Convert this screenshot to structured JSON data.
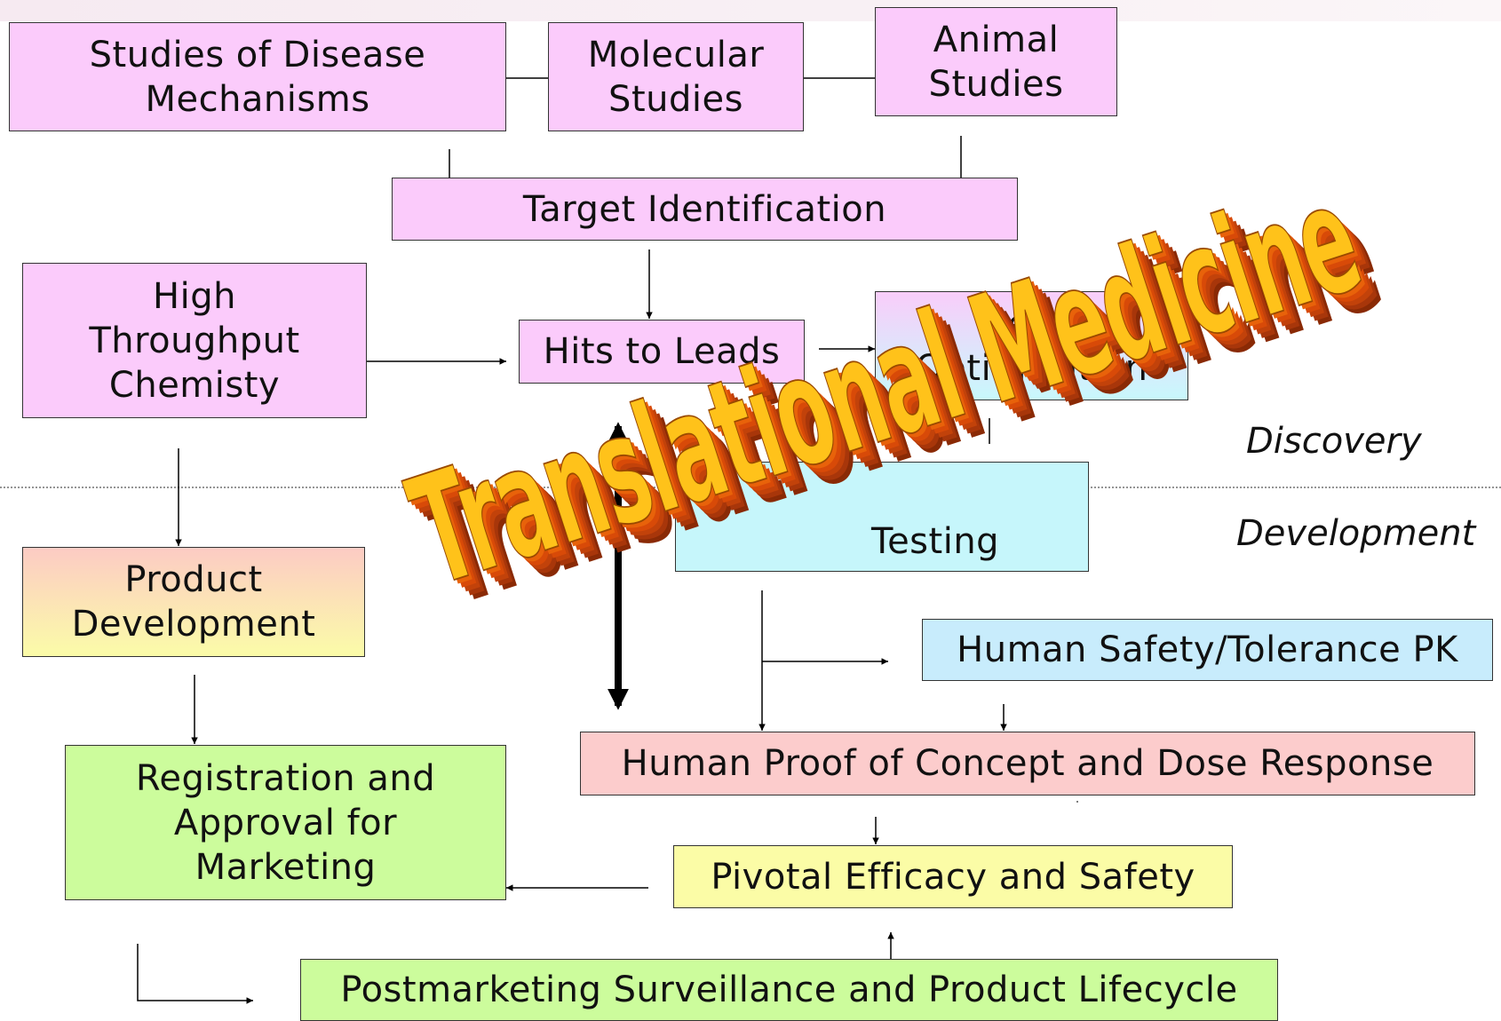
{
  "boxes": {
    "disease_mechanisms": "Studies of Disease\nMechanisms",
    "molecular": "Molecular\nStudies",
    "animal": "Animal\nStudies",
    "target_id": "Target Identification",
    "hts": "High\nThroughput\nChemisty",
    "hits_to_leads": "Hits to Leads",
    "lead_opt": "Lead\nOptimization",
    "testing": "Testing",
    "product_dev": "Product\nDevelopment",
    "human_safety": "Human Safety/Tolerance PK",
    "proof_concept": "Human Proof of Concept and Dose Response",
    "registration": "Registration and\nApproval for\nMarketing",
    "pivotal": "Pivotal Efficacy and Safety",
    "postmarketing": "Postmarketing Surveillance and Product Lifecycle"
  },
  "phases": {
    "discovery": "Discovery",
    "development": "Development"
  },
  "wordart": "Translational Medicine",
  "colors": {
    "pink": "#fbcbfb",
    "cyan": "#c6f6fb",
    "salmon": "#fccccc",
    "yellow": "#fbfca6",
    "green": "#ccfc9c",
    "wordart_face": "#ffc21a",
    "wordart_extrude": "#d84a08"
  }
}
